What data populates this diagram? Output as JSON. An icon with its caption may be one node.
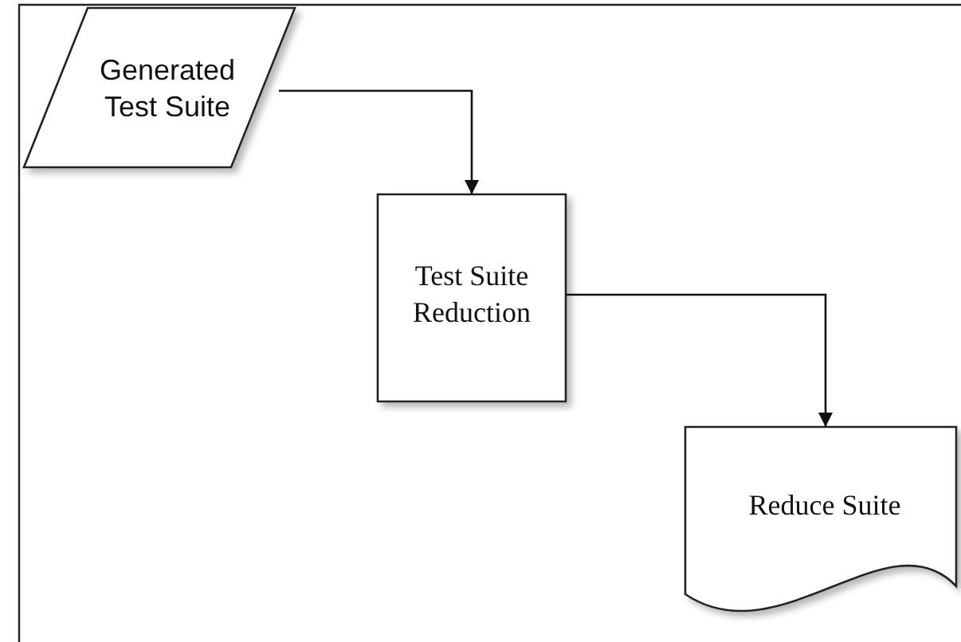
{
  "diagram": {
    "nodes": [
      {
        "text": [
          "Generated Test Suite"
        ]
      },
      {
        "text": [
          "Test Suite Reduction"
        ]
      },
      {
        "text": [
          "Reduce Suite"
        ]
      }
    ],
    "edges": [
      {
        "from": 0,
        "to": 1,
        "arrow": "to"
      },
      {
        "from": 1,
        "to": 2,
        "arrow": "to"
      }
    ]
  }
}
